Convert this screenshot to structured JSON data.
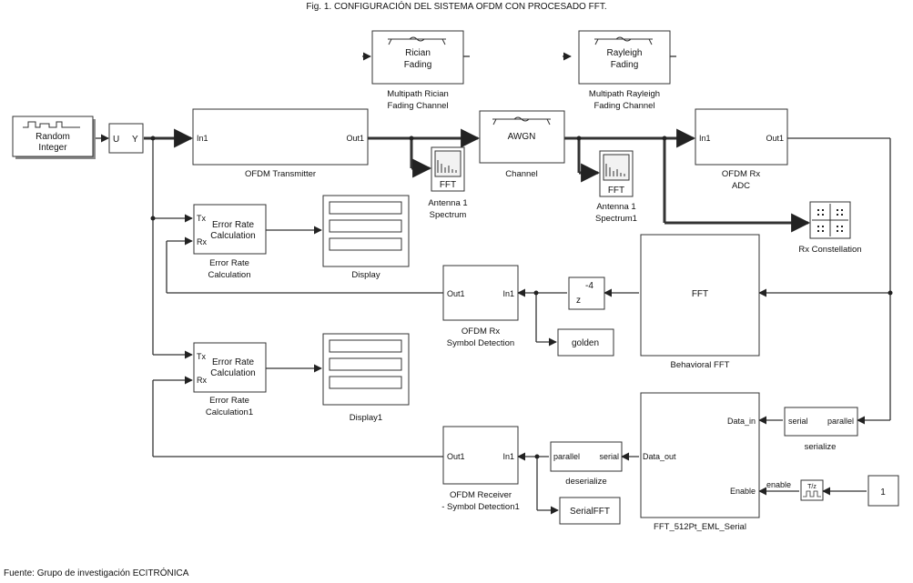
{
  "figure_caption": "Fig. 1. CONFIGURACIÓN DEL SISTEMA OFDM CON PROCESADO FFT.",
  "source_note": "Fuente: Grupo de investigación ECITRÓNICA",
  "blocks": {
    "random_integer": {
      "inner": [
        "Random",
        "Integer"
      ]
    },
    "uy": {
      "in_port": "U",
      "out_port": "Y"
    },
    "ofdm_tx": {
      "in_port": "In1",
      "out_port": "Out1",
      "label": "OFDM Transmitter"
    },
    "rician": {
      "inner": [
        "Rician",
        "Fading"
      ],
      "label": [
        "Multipath Rician",
        "Fading Channel"
      ]
    },
    "rayleigh": {
      "inner": [
        "Rayleigh",
        "Fading"
      ],
      "label": [
        "Multipath Rayleigh",
        "Fading Channel"
      ]
    },
    "awgn": {
      "inner": "AWGN",
      "label": "Channel"
    },
    "spectrum1": {
      "inner": "FFT",
      "label": [
        "Antenna 1",
        "Spectrum"
      ]
    },
    "spectrum2": {
      "inner": "FFT",
      "label": [
        "Antenna 1",
        "Spectrum1"
      ]
    },
    "ofdm_rx_adc": {
      "in_port": "In1",
      "out_port": "Out1",
      "label": [
        "OFDM Rx",
        "ADC"
      ]
    },
    "rx_constellation": {
      "label": "Rx Constellation"
    },
    "err1": {
      "tx_port": "Tx",
      "rx_port": "Rx",
      "inner": [
        "Error Rate",
        "Calculation"
      ],
      "label": [
        "Error Rate",
        "Calculation"
      ]
    },
    "display": {
      "label": "Display"
    },
    "err2": {
      "tx_port": "Tx",
      "rx_port": "Rx",
      "inner": [
        "Error Rate",
        "Calculation"
      ],
      "label": [
        "Error Rate",
        "Calculation1"
      ]
    },
    "display1": {
      "label": "Display1"
    },
    "rx_symbol": {
      "out_port": "Out1",
      "in_port": "In1",
      "label": [
        "OFDM Rx",
        "Symbol Detection"
      ]
    },
    "delay": {
      "inner": [
        "-4",
        "z"
      ]
    },
    "golden": {
      "inner": "golden"
    },
    "behavioral_fft": {
      "inner": "FFT",
      "label": "Behavioral FFT"
    },
    "serialize": {
      "left": "serial",
      "right": "parallel",
      "label": "serialize"
    },
    "fft_512": {
      "port_data_in": "Data_in",
      "port_data_out": "Data_out",
      "port_enable": "Enable",
      "label": "FFT_512Pt_EML_Serial"
    },
    "rate_transition": {
      "inner": "T/z",
      "port": "enable"
    },
    "constant": {
      "inner": "1"
    },
    "deserialize": {
      "left": "parallel",
      "right": "serial",
      "label": "deserialize"
    },
    "serialfft": {
      "inner": "SerialFFT"
    },
    "rx_symbol2": {
      "out_port": "Out1",
      "in_port": "In1",
      "label": [
        "OFDM Receiver",
        "- Symbol Detection1"
      ]
    }
  }
}
